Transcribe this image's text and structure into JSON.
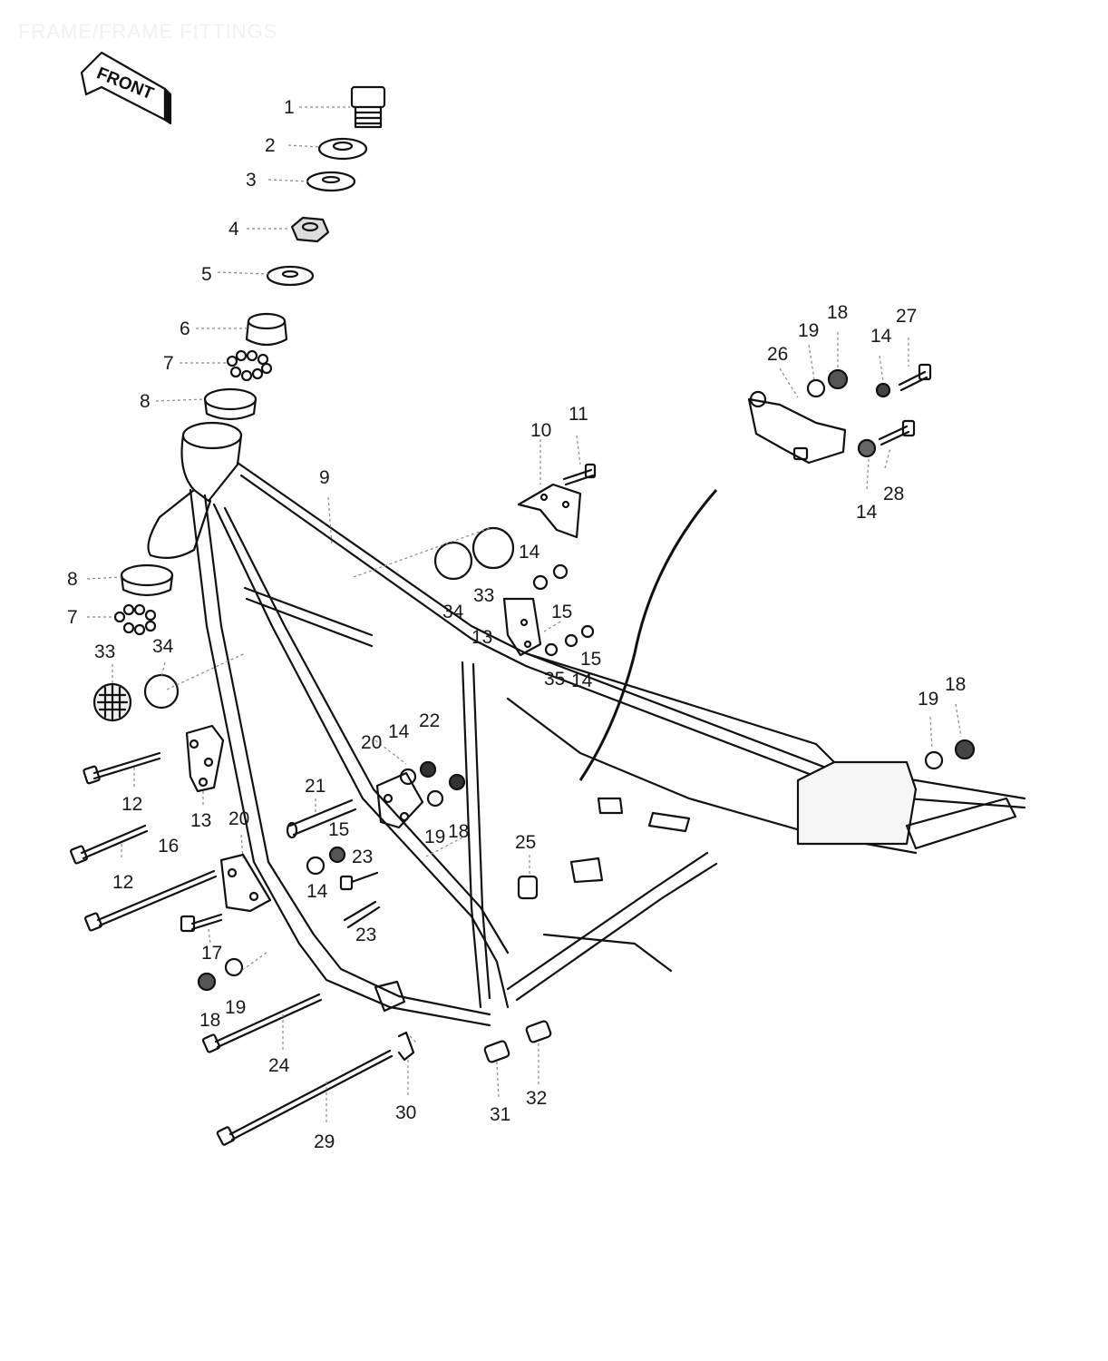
{
  "header": {
    "title": "FRAME/FRAME FITTINGS"
  },
  "front_badge": "FRONT",
  "callouts": [
    {
      "label": "1"
    },
    {
      "label": "2"
    },
    {
      "label": "3"
    },
    {
      "label": "4"
    },
    {
      "label": "5"
    },
    {
      "label": "6"
    },
    {
      "label": "7"
    },
    {
      "label": "8"
    },
    {
      "label": "9"
    },
    {
      "label": "10"
    },
    {
      "label": "11"
    },
    {
      "label": "8"
    },
    {
      "label": "7"
    },
    {
      "label": "33"
    },
    {
      "label": "34"
    },
    {
      "label": "12"
    },
    {
      "label": "13"
    },
    {
      "label": "12"
    },
    {
      "label": "16"
    },
    {
      "label": "20"
    },
    {
      "label": "17"
    },
    {
      "label": "18"
    },
    {
      "label": "19"
    },
    {
      "label": "24"
    },
    {
      "label": "29"
    },
    {
      "label": "30"
    },
    {
      "label": "31"
    },
    {
      "label": "32"
    },
    {
      "label": "21"
    },
    {
      "label": "15"
    },
    {
      "label": "23"
    },
    {
      "label": "14"
    },
    {
      "label": "23"
    },
    {
      "label": "20"
    },
    {
      "label": "14"
    },
    {
      "label": "22"
    },
    {
      "label": "19"
    },
    {
      "label": "18"
    },
    {
      "label": "25"
    },
    {
      "label": "34"
    },
    {
      "label": "33"
    },
    {
      "label": "14"
    },
    {
      "label": "15"
    },
    {
      "label": "13"
    },
    {
      "label": "15"
    },
    {
      "label": "35"
    },
    {
      "label": "14"
    },
    {
      "label": "26"
    },
    {
      "label": "19"
    },
    {
      "label": "18"
    },
    {
      "label": "14"
    },
    {
      "label": "27"
    },
    {
      "label": "28"
    },
    {
      "label": "14"
    },
    {
      "label": "19"
    },
    {
      "label": "18"
    }
  ]
}
